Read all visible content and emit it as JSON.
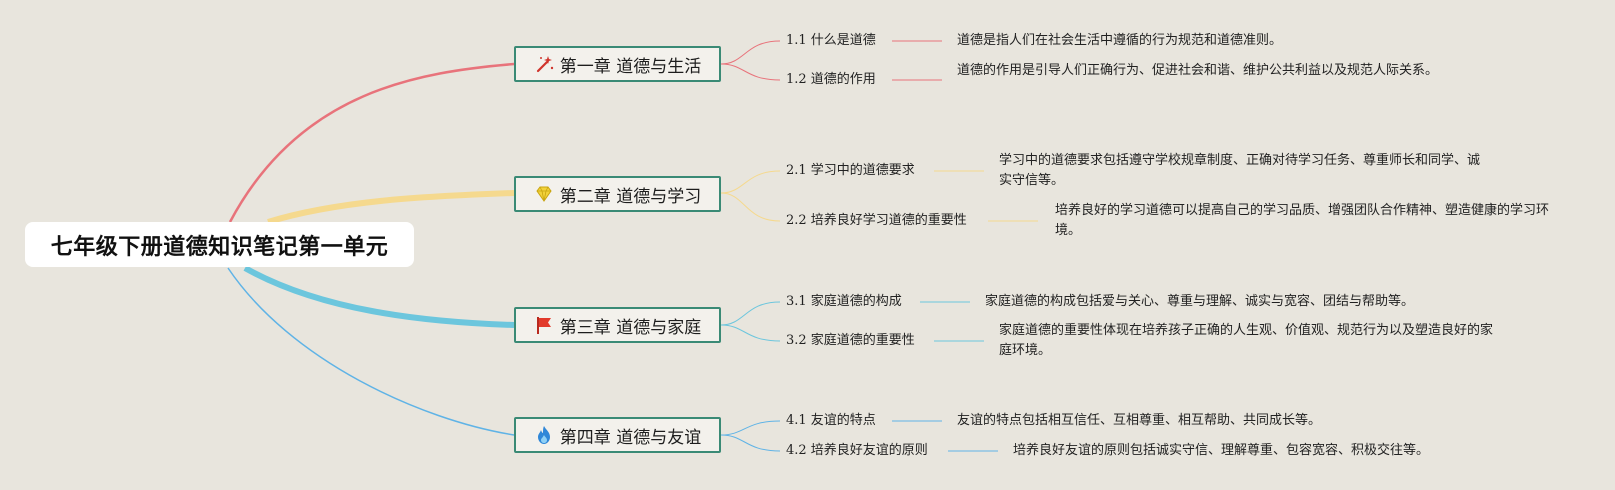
{
  "root": {
    "title": "七年级下册道德知识笔记第一单元"
  },
  "chapters": [
    {
      "title": "第一章 道德与生活",
      "icon": "magic-wand-icon",
      "color": "#e8737b",
      "topics": [
        {
          "title": "1.1 什么是道德",
          "detail": "道德是指人们在社会生活中遵循的行为规范和道德准则。"
        },
        {
          "title": "1.2 道德的作用",
          "detail": "道德的作用是引导人们正确行为、促进社会和谐、维护公共利益以及规范人际关系。"
        }
      ]
    },
    {
      "title": "第二章 道德与学习",
      "icon": "diamond-icon",
      "color": "#f5d98e",
      "topics": [
        {
          "title": "2.1 学习中的道德要求",
          "detail": "学习中的道德要求包括遵守学校规章制度、正确对待学习任务、尊重师长和同学、诚实守信等。"
        },
        {
          "title": "2.2 培养良好学习道德的重要性",
          "detail": "培养良好的学习道德可以提高自己的学习品质、增强团队合作精神、塑造健康的学习环境。"
        }
      ]
    },
    {
      "title": "第三章 道德与家庭",
      "icon": "red-flag-icon",
      "color": "#6cc6dd",
      "topics": [
        {
          "title": "3.1 家庭道德的构成",
          "detail": "家庭道德的构成包括爱与关心、尊重与理解、诚实与宽容、团结与帮助等。"
        },
        {
          "title": "3.2 家庭道德的重要性",
          "detail": "家庭道德的重要性体现在培养孩子正确的人生观、价值观、规范行为以及塑造良好的家庭环境。"
        }
      ]
    },
    {
      "title": "第四章 道德与友谊",
      "icon": "fire-icon",
      "color": "#5fb3e6",
      "topics": [
        {
          "title": "4.1 友谊的特点",
          "detail": "友谊的特点包括相互信任、互相尊重、相互帮助、共同成长等。"
        },
        {
          "title": "4.2 培养良好友谊的原则",
          "detail": "培养良好友谊的原则包括诚实守信、理解尊重、包容宽容、积极交往等。"
        }
      ]
    }
  ]
}
